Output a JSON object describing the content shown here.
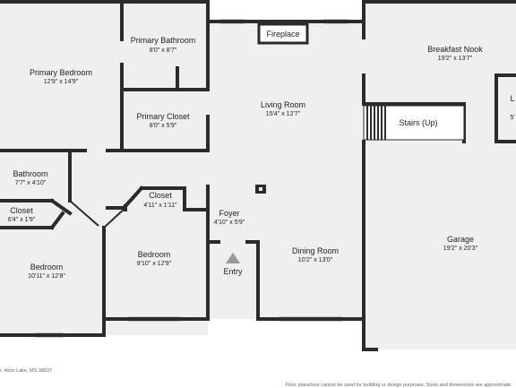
{
  "rooms": {
    "primary_bedroom": {
      "name": "Primary Bedroom",
      "dims": "12'9\" x 14'9\""
    },
    "primary_bathroom": {
      "name": "Primary Bathroom",
      "dims": "8'0\" x 8'7\""
    },
    "primary_closet": {
      "name": "Primary Closet",
      "dims": "8'0\" x 5'9\""
    },
    "living_room": {
      "name": "Living Room",
      "dims": "15'4\" x 12'7\""
    },
    "breakfast_nook": {
      "name": "Breakfast Nook",
      "dims": "19'2\" x 13'7\""
    },
    "bathroom": {
      "name": "Bathroom",
      "dims": "7'7\" x 4'10\""
    },
    "closet_small": {
      "name": "Closet",
      "dims": "6'4\" x 1'9\""
    },
    "closet_hall": {
      "name": "Closet",
      "dims": "4'11\" x 1'11\""
    },
    "foyer": {
      "name": "Foyer",
      "dims": "4'10\" x 5'9\""
    },
    "bedroom_left": {
      "name": "Bedroom",
      "dims": "10'11\" x 12'8\""
    },
    "bedroom_mid": {
      "name": "Bedroom",
      "dims": "9'10\" x 12'9\""
    },
    "dining_room": {
      "name": "Dining Room",
      "dims": "10'2\" x 13'0\""
    },
    "garage": {
      "name": "Garage",
      "dims": "19'2\" x 20'3\""
    }
  },
  "labels": {
    "fireplace": "Fireplace",
    "stairs": "Stairs (Up)",
    "entry": "Entry",
    "partial_room_letter": "L",
    "partial_room_dim": "5'"
  },
  "footer": {
    "address": "r, Horn Lake, MS 38637",
    "disclaimer": "Floor plans/tour cannot be used for building or design purposes. Sizes and dimensions are approximate."
  }
}
